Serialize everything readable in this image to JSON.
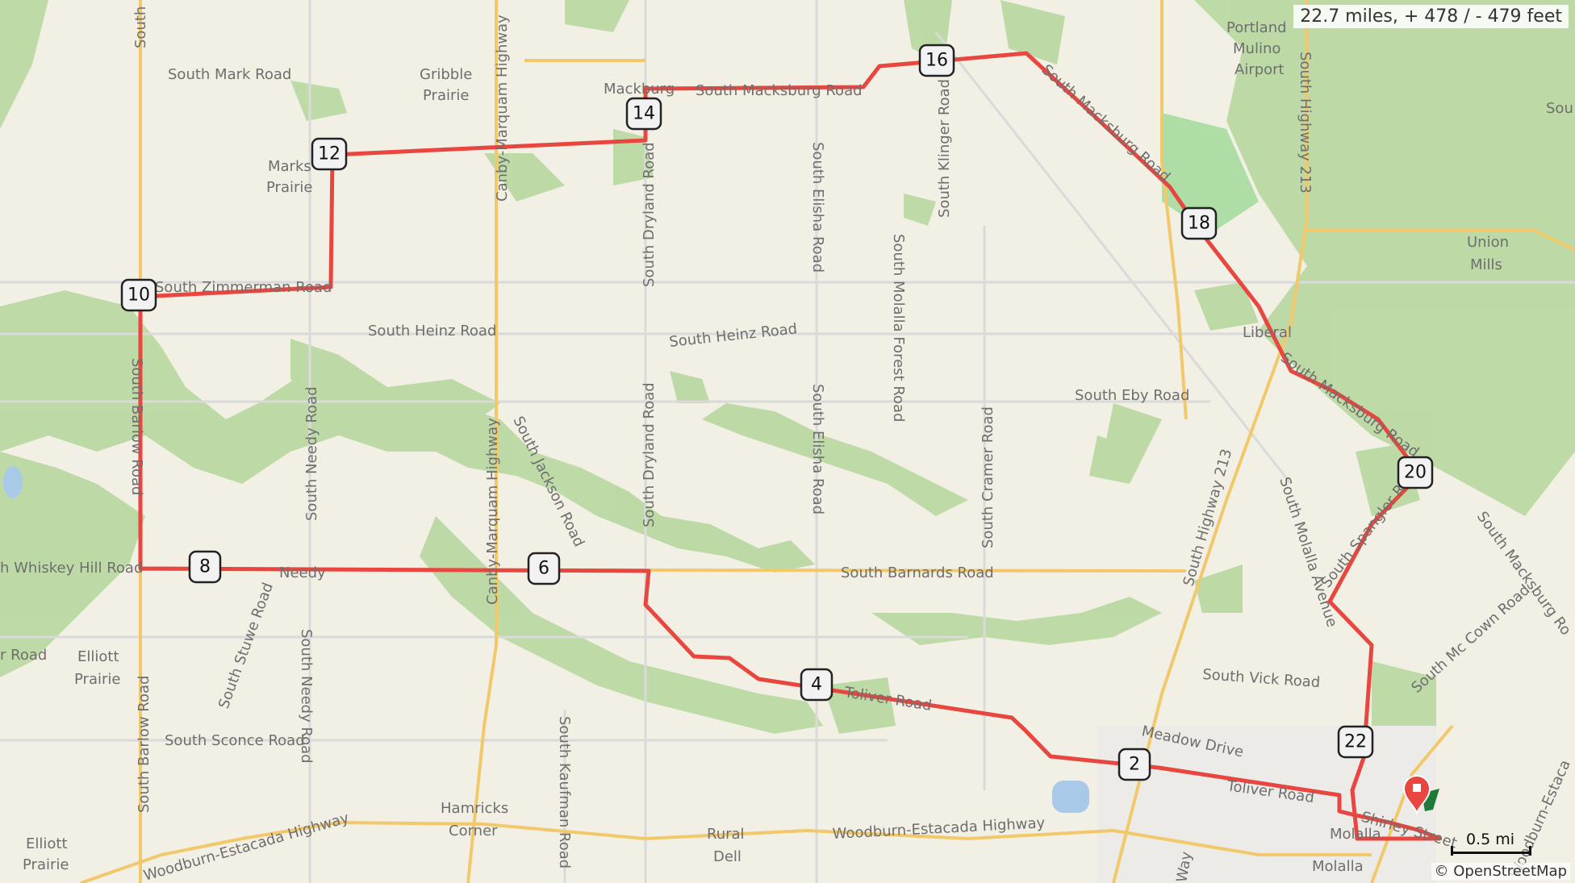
{
  "summary": "22.7 miles, + 478 / - 479 feet",
  "scale": "0.5 mi",
  "attribution": "© OpenStreetMap",
  "colors": {
    "route": "#e8463f",
    "land": "#f2efe4",
    "forest": "#b8d8a0",
    "major_road": "#f1c96a",
    "minor_road": "#ffffff"
  },
  "mile_markers": [
    "2",
    "4",
    "6",
    "8",
    "10",
    "12",
    "14",
    "16",
    "18",
    "20",
    "22"
  ],
  "place_labels": {
    "mark_rd": "South Mark Road",
    "gribble1": "Gribble",
    "gribble2": "Prairie",
    "mackburg": "Mackburg",
    "sth_macksburg_road": "South Macksburg Road",
    "marks1": "Marks",
    "marks2": "Prairie",
    "zimmerman": "South Zimmerman Road",
    "heinz1": "South Heinz Road",
    "heinz2": "South Heinz Road",
    "eby": "South Eby Road",
    "whiskey": "h Whiskey Hill Road",
    "needy": "Needy",
    "barnards": "South Barnards Road",
    "elliott1": "Elliott",
    "elliott2": "Prairie",
    "r_road": "r Road",
    "sconce": "South Sconce Road",
    "hamricks1": "Hamricks",
    "hamricks2": "Corner",
    "rural": "Rural",
    "dell": "Dell",
    "woodburn_right": "Woodburn-Estacada Highway",
    "woodburn_left": "Woodburn-Estacada Highway",
    "elliott3": "Elliott",
    "elliott4": "Prairie",
    "toliver1": "Toliver Road",
    "toliver2": "Toliver Road",
    "meadow": "Meadow Drive",
    "vick": "South Vick Road",
    "liberal": "Liberal",
    "union1": "Union",
    "union2": "Mills",
    "portland1": "Portland",
    "mulino": "Mulino",
    "airport": "Airport",
    "molalla": "Molalla",
    "molalla2": "Molalla",
    "shirley": "Shirley Street",
    "way": "Way",
    "sou": "Sou",
    "dryland1": "South Dryland Road",
    "dryland2": "South Dryland Road",
    "elisha1": "South Elisha Road",
    "elisha2": "South Elisha Road",
    "molalla_forest": "South Molalla Forest Road",
    "klinger": "South Klinger Road",
    "cramer": "South Cramer Road",
    "canby1": "Canby-Marquam Highway",
    "canby2": "Canby-Marquam Highway",
    "jackson": "South Jackson Road",
    "needy_rd1": "South Needy Road",
    "needy_rd2": "South Needy Road",
    "stuwe": "South Stuwe Road",
    "kaufman": "South Kaufman Road",
    "barlow1": "South Barlow Road",
    "barlow2": "South Barlow Road",
    "south_top": "South",
    "hwy213a": "South Highway 213",
    "hwy213b": "South Highway 213",
    "macksburg_ne": "South Macksburg Road",
    "macksburg_mid": "South Macksburg Road",
    "macksburg_se": "South Macksburg Ro",
    "molalla_ave": "South Molalla Avenue",
    "spangler": "South Spangler Road",
    "mccown": "South Mc Cown Road",
    "estaca": "Woodburn-Estaca"
  }
}
